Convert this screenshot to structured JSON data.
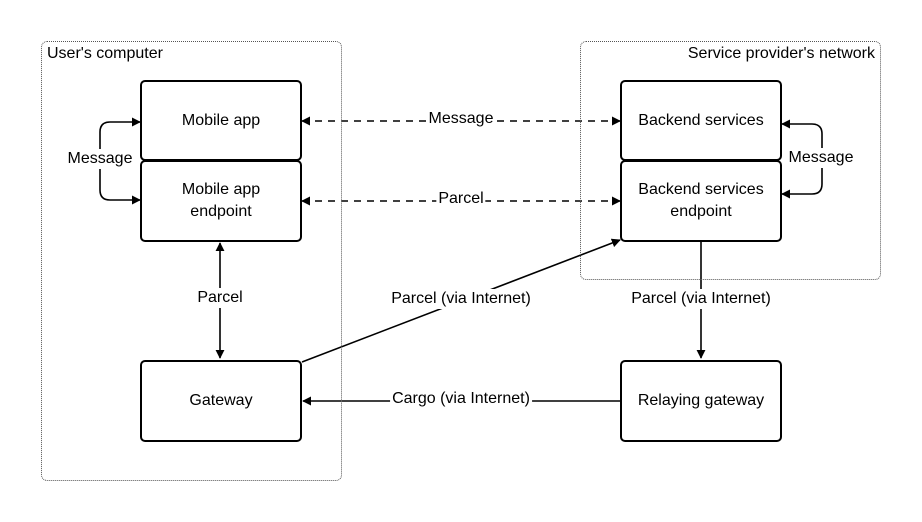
{
  "groups": {
    "user": {
      "label": "User's computer"
    },
    "provider": {
      "label": "Service provider's network"
    }
  },
  "nodes": {
    "mobile_app": "Mobile app",
    "mobile_endpoint": "Mobile app\nendpoint",
    "gateway": "Gateway",
    "backend": "Backend services",
    "backend_endpoint": "Backend services\nendpoint",
    "relaying_gateway": "Relaying gateway"
  },
  "edges": {
    "message_left_loop": "Message",
    "message_right_loop": "Message",
    "message_app_backend": "Message",
    "parcel_endpoints": "Parcel",
    "parcel_endpoint_gateway": "Parcel",
    "parcel_gateway_backend": "Parcel (via Internet)",
    "parcel_backend_relay": "Parcel (via Internet)",
    "cargo_relay_gateway": "Cargo (via Internet)"
  }
}
